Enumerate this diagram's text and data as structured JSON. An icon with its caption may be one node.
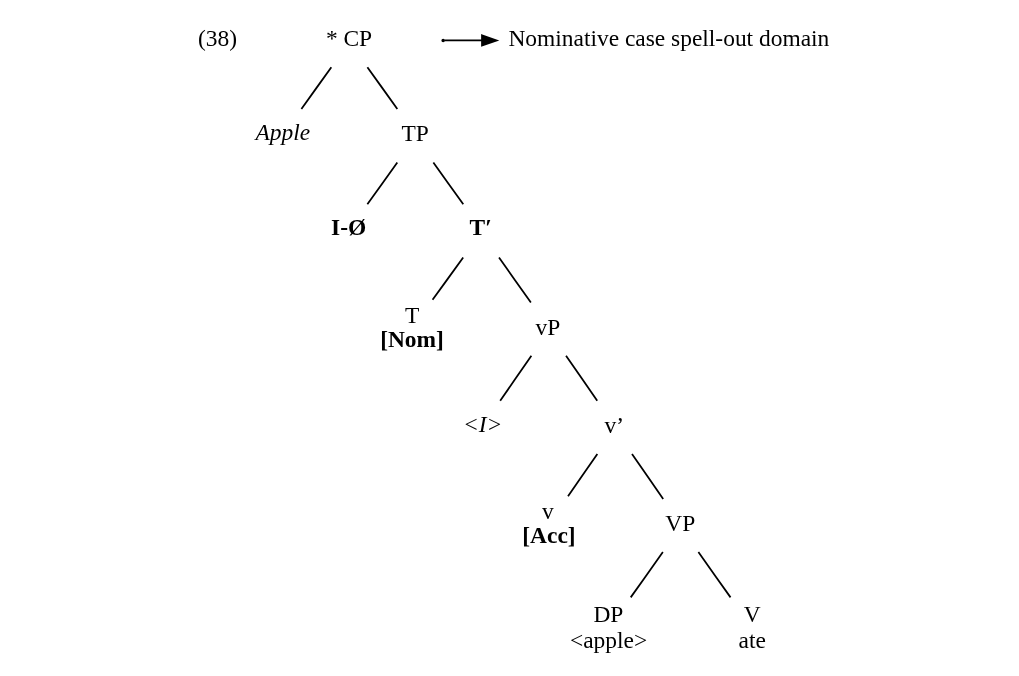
{
  "diagram": {
    "nodes": [
      {
        "text": [
          "* CP"
        ]
      },
      {
        "text": [
          "Apple"
        ]
      },
      {
        "text": [
          "TP"
        ]
      },
      {
        "text": [
          "I-Ø"
        ]
      },
      {
        "text": [
          "T′"
        ]
      },
      {
        "text": [
          "T",
          "[Nom]"
        ]
      },
      {
        "text": [
          "vP"
        ]
      },
      {
        "text": [
          "<I>"
        ]
      },
      {
        "text": [
          "v’"
        ]
      },
      {
        "text": [
          "v",
          "[Acc]"
        ]
      },
      {
        "text": [
          "VP"
        ]
      },
      {
        "text": [
          "DP",
          "<apple>"
        ]
      },
      {
        "text": [
          "V",
          "ate"
        ]
      },
      {
        "text": [
          "Nominative case spell-out domain"
        ]
      }
    ],
    "edges": [
      {
        "from": 0,
        "to": 1,
        "arrow": "none"
      },
      {
        "from": 0,
        "to": 2,
        "arrow": "none"
      },
      {
        "from": 2,
        "to": 3,
        "arrow": "none"
      },
      {
        "from": 2,
        "to": 4,
        "arrow": "none"
      },
      {
        "from": 4,
        "to": 5,
        "arrow": "none"
      },
      {
        "from": 4,
        "to": 6,
        "arrow": "none"
      },
      {
        "from": 6,
        "to": 7,
        "arrow": "none"
      },
      {
        "from": 6,
        "to": 8,
        "arrow": "none"
      },
      {
        "from": 8,
        "to": 9,
        "arrow": "none"
      },
      {
        "from": 8,
        "to": 10,
        "arrow": "none"
      },
      {
        "from": 10,
        "to": 11,
        "arrow": "none"
      },
      {
        "from": 10,
        "to": 12,
        "arrow": "none"
      },
      {
        "from": null,
        "to": 13,
        "arrow": "to"
      }
    ],
    "labels": [
      "(38)"
    ]
  }
}
